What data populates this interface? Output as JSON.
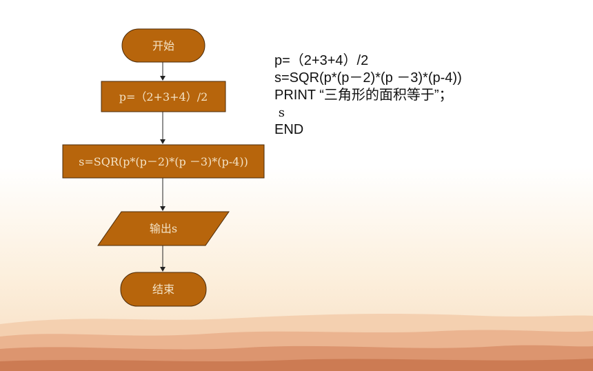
{
  "colors": {
    "node_fill": "#b7650c",
    "node_stroke": "#4a2a0a",
    "node_text": "#f4e3c6",
    "arrow": "#222222",
    "code_text": "#111111"
  },
  "flowchart": {
    "nodes": [
      {
        "id": "start",
        "shape": "terminator",
        "label": "开始"
      },
      {
        "id": "assign-p",
        "shape": "process",
        "label": "p=（2+3+4）/2"
      },
      {
        "id": "assign-s",
        "shape": "process",
        "label": "s=SQR(p*(p－2)*(p －3)*(p-4))"
      },
      {
        "id": "output",
        "shape": "io",
        "label": "输出s"
      },
      {
        "id": "end",
        "shape": "terminator",
        "label": "结束"
      }
    ],
    "edges": [
      {
        "from": "start",
        "to": "assign-p"
      },
      {
        "from": "assign-p",
        "to": "assign-s"
      },
      {
        "from": "assign-s",
        "to": "output"
      },
      {
        "from": "output",
        "to": "end"
      }
    ]
  },
  "program": {
    "lines": [
      "p=（2+3+4）/2",
      "s=SQR(p*(p－2)*(p －3)*(p-4))",
      "PRINT “三角形的面积等于”；",
      " s",
      "END"
    ]
  }
}
